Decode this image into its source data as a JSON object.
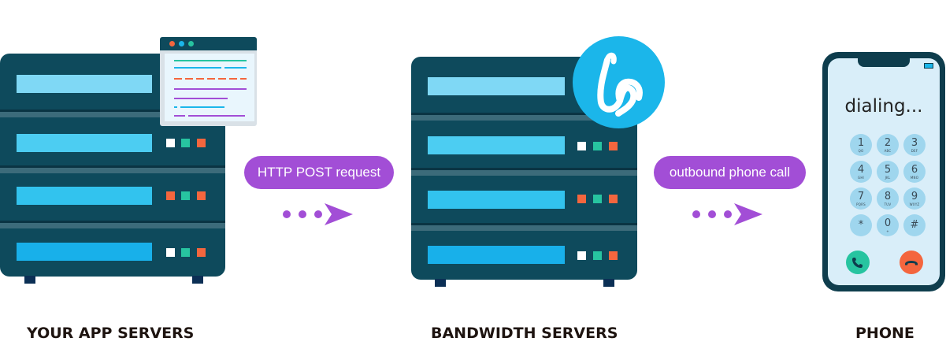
{
  "labels": {
    "app_servers": "YOUR APP SERVERS",
    "bandwidth_servers": "BANDWIDTH SERVERS",
    "phone": "PHONE"
  },
  "arrows": {
    "request": "HTTP POST request",
    "call": "outbound phone call"
  },
  "phone": {
    "status": "dialing...",
    "keypad": [
      {
        "digit": "1",
        "sub": "QO"
      },
      {
        "digit": "2",
        "sub": "ABC"
      },
      {
        "digit": "3",
        "sub": "DEF"
      },
      {
        "digit": "4",
        "sub": "GHI"
      },
      {
        "digit": "5",
        "sub": "JKL"
      },
      {
        "digit": "6",
        "sub": "MNO"
      },
      {
        "digit": "7",
        "sub": "PQRS"
      },
      {
        "digit": "8",
        "sub": "TUV"
      },
      {
        "digit": "9",
        "sub": "WXYZ"
      },
      {
        "digit": "*",
        "sub": ""
      },
      {
        "digit": "0",
        "sub": "+"
      },
      {
        "digit": "#",
        "sub": ""
      }
    ]
  },
  "icons": {
    "logo": "bandwidth-logo-icon",
    "browser": "browser-window-icon",
    "call": "phone-call-icon",
    "hangup": "phone-hangup-icon"
  },
  "colors": {
    "server_body": "#0e4a5c",
    "slot_light": "#7fd8f5",
    "slot_mid": "#32c3ee",
    "slot_deep": "#18b0ea",
    "accent_purple": "#a24ed6",
    "logo_blue": "#1bb6ea",
    "led_orange": "#f4663e",
    "led_green": "#27c4a0",
    "call_green": "#27c4a0",
    "hangup_orange": "#f4663e"
  }
}
